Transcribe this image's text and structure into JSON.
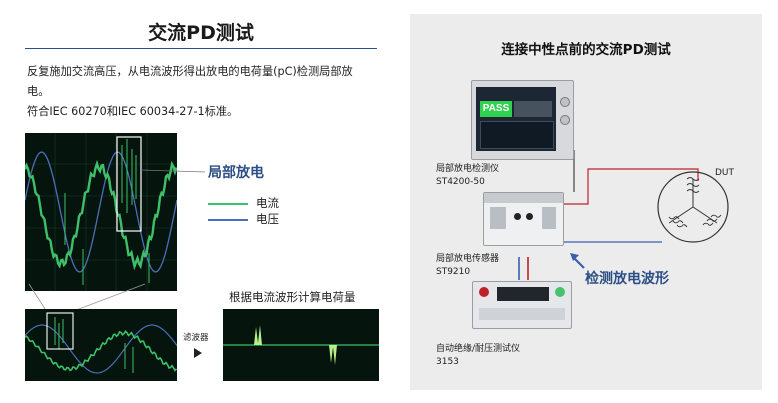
{
  "left": {
    "title": "交流PD测试",
    "desc_line1": "反复施加交流高压，从电流波形得出放电的电荷量(pC)检测局部放",
    "desc_line2": "电。",
    "desc_line3": "符合IEC 60270和IEC 60034-27-1标准。",
    "pd_label": "局部放电",
    "legend": {
      "current": "电流",
      "voltage": "电压"
    },
    "filter_label": "滤波器",
    "calc_caption": "根据电流波形计算电荷量"
  },
  "right": {
    "title": "连接中性点前的交流PD测试",
    "screen_pass": "PASS",
    "devices": [
      {
        "name": "局部放电检测仪",
        "model": "ST4200-50"
      },
      {
        "name": "局部放电传感器",
        "model": "ST9210"
      },
      {
        "name": "自动绝缘/耐压测试仪",
        "model": "3153"
      }
    ],
    "dut_label": "DUT",
    "detect_label": "检测放电波形"
  },
  "colors": {
    "current": "#3fbf6a",
    "voltage": "#4a6fb8",
    "accent": "#2d4f86",
    "wire_red": "#c0202a",
    "wire_blue": "#3a5fae",
    "osc_bg": "#05140c"
  }
}
